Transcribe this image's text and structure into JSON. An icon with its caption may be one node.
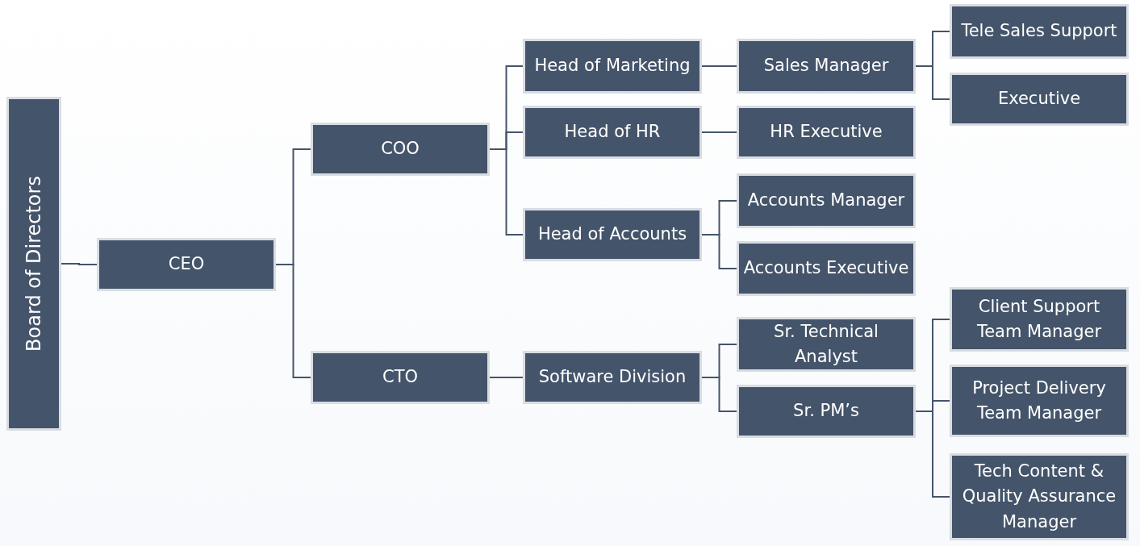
{
  "diagram": {
    "nodes": [
      {
        "text": [
          "Board of Directors"
        ]
      },
      {
        "text": [
          "CEO"
        ]
      },
      {
        "text": [
          "COO"
        ]
      },
      {
        "text": [
          "CTO"
        ]
      },
      {
        "text": [
          "Head of Marketing"
        ]
      },
      {
        "text": [
          "Head of HR"
        ]
      },
      {
        "text": [
          "Head of Accounts"
        ]
      },
      {
        "text": [
          "Software Division"
        ]
      },
      {
        "text": [
          "Sales Manager"
        ]
      },
      {
        "text": [
          "HR Executive"
        ]
      },
      {
        "text": [
          "Accounts Manager"
        ]
      },
      {
        "text": [
          "Accounts Executive"
        ]
      },
      {
        "text": [
          "Sr. Technical Analyst"
        ]
      },
      {
        "text": [
          "Sr. PM’s"
        ]
      },
      {
        "text": [
          "Tele Sales Support"
        ]
      },
      {
        "text": [
          "Executive"
        ]
      },
      {
        "text": [
          "Client Support Team Manager"
        ]
      },
      {
        "text": [
          "Project Delivery Team Manager"
        ]
      },
      {
        "text": [
          "Tech Content & Quality Assurance Manager"
        ]
      }
    ],
    "edges": [
      {
        "from": 0,
        "to": 1,
        "arrow": "none"
      },
      {
        "from": 1,
        "to": 2,
        "arrow": "none"
      },
      {
        "from": 1,
        "to": 3,
        "arrow": "none"
      },
      {
        "from": 2,
        "to": 4,
        "arrow": "none"
      },
      {
        "from": 2,
        "to": 5,
        "arrow": "none"
      },
      {
        "from": 2,
        "to": 6,
        "arrow": "none"
      },
      {
        "from": 3,
        "to": 7,
        "arrow": "none"
      },
      {
        "from": 4,
        "to": 8,
        "arrow": "none"
      },
      {
        "from": 5,
        "to": 9,
        "arrow": "none"
      },
      {
        "from": 6,
        "to": 10,
        "arrow": "none"
      },
      {
        "from": 6,
        "to": 11,
        "arrow": "none"
      },
      {
        "from": 7,
        "to": 12,
        "arrow": "none"
      },
      {
        "from": 7,
        "to": 13,
        "arrow": "none"
      },
      {
        "from": 8,
        "to": 14,
        "arrow": "none"
      },
      {
        "from": 8,
        "to": 15,
        "arrow": "none"
      },
      {
        "from": 13,
        "to": 16,
        "arrow": "none"
      },
      {
        "from": 13,
        "to": 17,
        "arrow": "none"
      },
      {
        "from": 13,
        "to": 18,
        "arrow": "none"
      }
    ]
  }
}
